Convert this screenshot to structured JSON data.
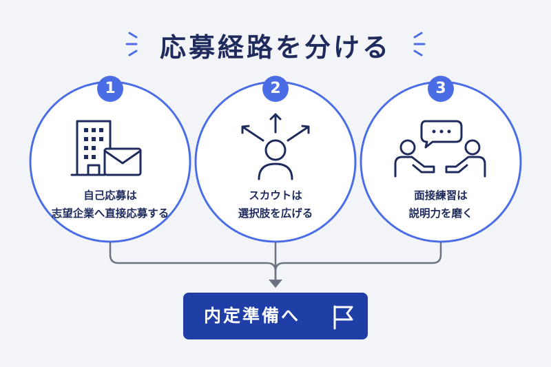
{
  "title": "応募経路を分ける",
  "steps": [
    {
      "number": "1",
      "line1": "自己応募は",
      "line2": "志望企業へ直接応募する"
    },
    {
      "number": "2",
      "line1": "スカウトは",
      "line2": "選択肢を広げる"
    },
    {
      "number": "3",
      "line1": "面接練習は",
      "line2": "説明力を磨く"
    }
  ],
  "goal": {
    "label": "内定準備へ"
  },
  "colors": {
    "accent": "#4a6de5",
    "navy": "#1e2b5c",
    "goal_bg": "#1f3fa6",
    "connector": "#6b7280",
    "background": "#f3f4f7"
  }
}
